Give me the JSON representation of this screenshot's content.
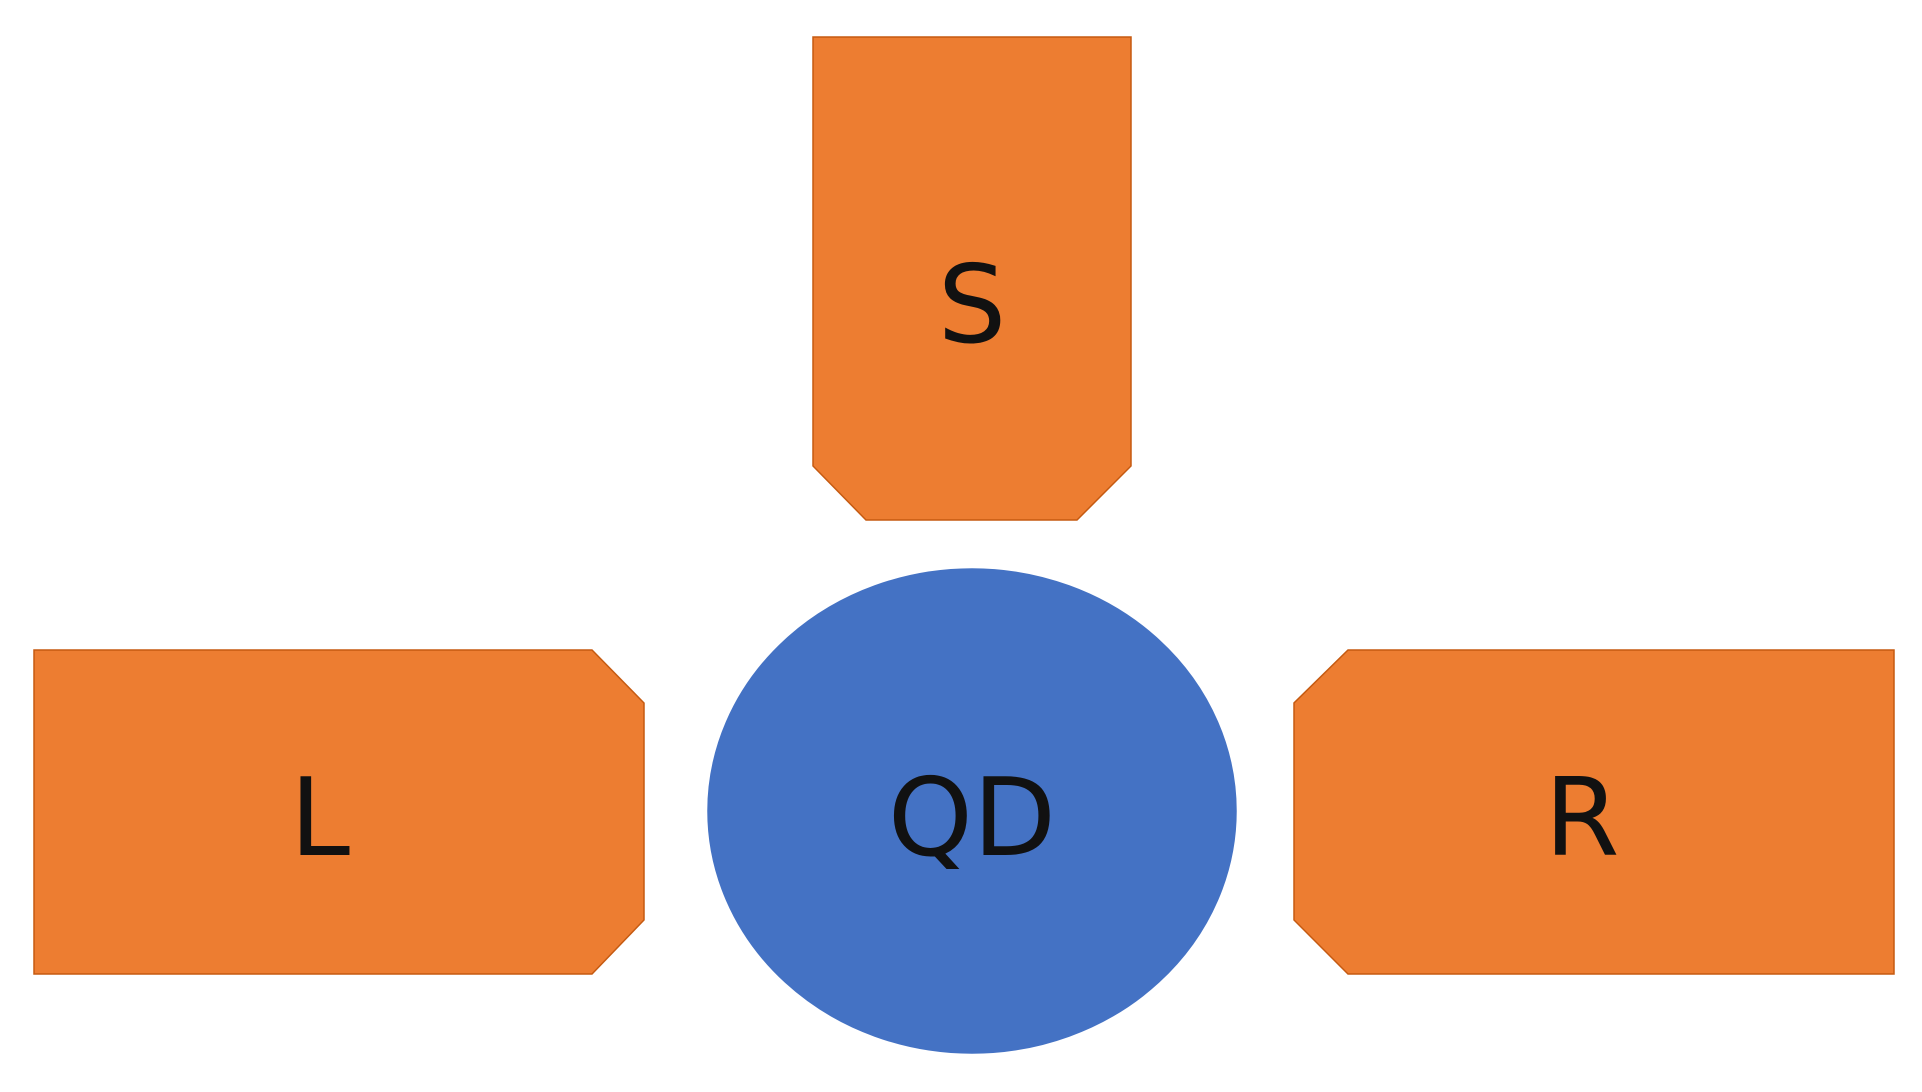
{
  "colors": {
    "terminal_fill": "#ED7D31",
    "terminal_stroke": "#C55A11",
    "dot_fill": "#4472C4",
    "dot_stroke": "#4472C4",
    "label": "#111111",
    "background": "#FFFFFF"
  },
  "nodes": {
    "source": {
      "label": "S"
    },
    "left": {
      "label": "L"
    },
    "dot": {
      "label": "QD"
    },
    "right": {
      "label": "R"
    }
  }
}
